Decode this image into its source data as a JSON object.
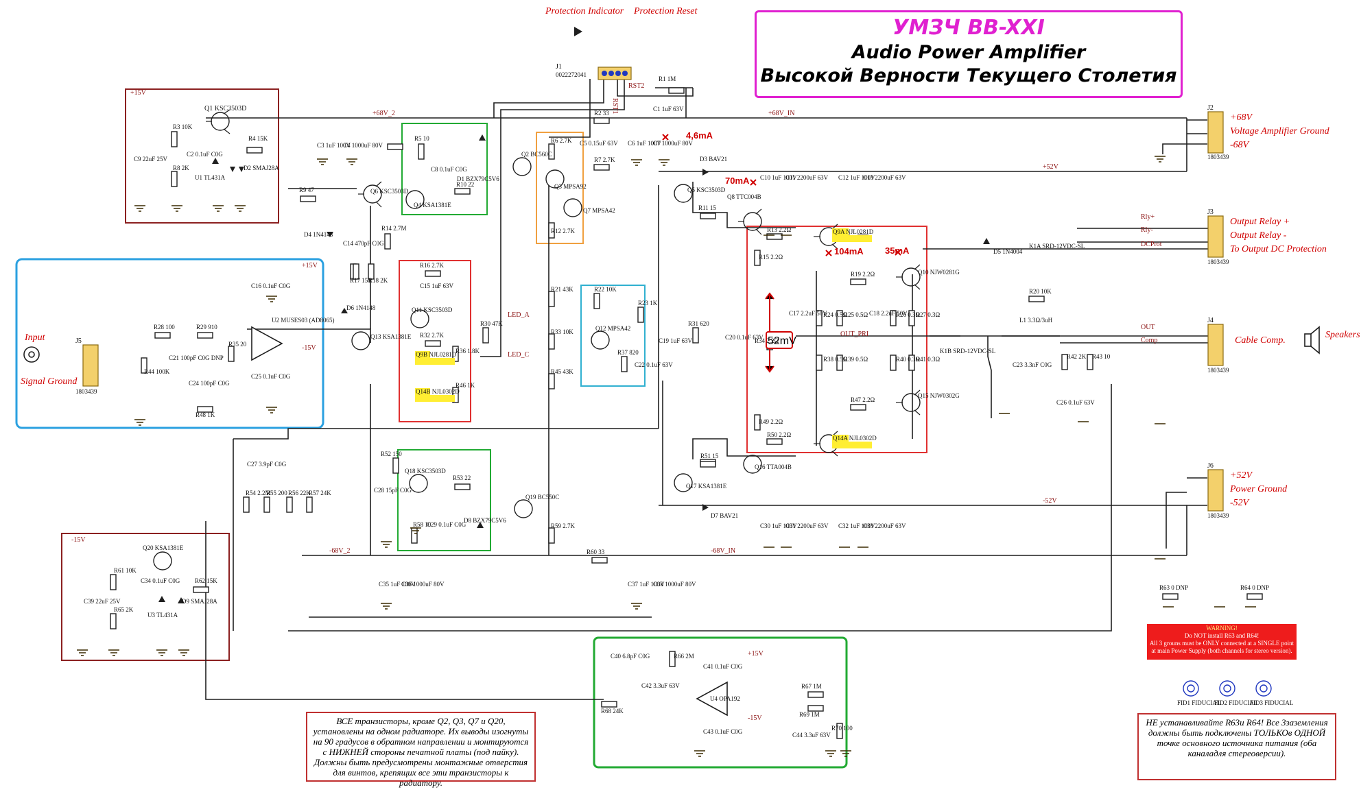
{
  "title": {
    "line1": "УМЗЧ BB-XXI",
    "line2": "Audio Power Amplifier",
    "line3": "Высокой Верности Текущего Столетия"
  },
  "top_labels": {
    "protection_indicator": "Protection Indicator",
    "protection_reset": "Protection Reset",
    "j1": "J1",
    "j1_part": "0022272041",
    "rst2": "RST2",
    "rst1": "RST1"
  },
  "connectors": {
    "j2": {
      "ref": "J2",
      "part": "1803439",
      "pins": [
        "+68V",
        "Voltage Amplifier Ground",
        "-68V"
      ]
    },
    "j3": {
      "ref": "J3",
      "part": "1803439",
      "pins": [
        "Output Relay +",
        "Output Relay -",
        "To Output DC Protection"
      ]
    },
    "j4": {
      "ref": "J4",
      "part": "1803439",
      "pins": [
        "Cable Comp.",
        "Speakers"
      ]
    },
    "j5": {
      "ref": "J5",
      "part": "1803439",
      "input": "Input",
      "ground": "Signal Ground"
    },
    "j6": {
      "ref": "J6",
      "part": "1803439",
      "pins": [
        "+52V",
        "Power Ground",
        "-52V"
      ]
    }
  },
  "rails": {
    "p68_2": "+68V_2",
    "p68_in": "+68V_IN",
    "m68_2": "-68V_2",
    "m68_in": "-68V_IN",
    "p52": "+52V",
    "m52": "-52V",
    "p15": "+15V",
    "m15": "-15V",
    "led_a": "LED_A",
    "led_c": "LED_C",
    "out_pri": "OUT_PRI",
    "out": "OUT",
    "comp": "Comp",
    "rly_p": "Rly+",
    "rly_m": "Rly-",
    "dcprot": "DCProt"
  },
  "measurements": {
    "m1": "4,6mA",
    "m2": "70mA",
    "m3": "104mA",
    "m4": "35mA",
    "m5": "52mV"
  },
  "components": {
    "q1": "Q1  KSC3503D",
    "r3": "R3 10K",
    "r8": "R8 2K",
    "c2": "C2 0.1uF C0G",
    "u1": "U1 TL431A",
    "d2": "D2 SMAJ28A",
    "r4": "R4 15K",
    "c9": "C9 22uF 25V",
    "r9": "R9 47",
    "q6": "Q6 KSC3503D",
    "q4": "Q4 KSA1381E",
    "r5": "R5 10",
    "c8": "C8 0.1uF C0G",
    "d1": "D1 BZX79C5V6",
    "r10": "R10 22",
    "c3": "C3 1uF 100V",
    "c4": "C4 1000uF 80V",
    "q2": "Q2 BC560C",
    "r6": "R6 2.7K",
    "c5": "C5 0.15uF 63V",
    "r2": "R2 33",
    "r7": "R7 2.7K",
    "q3": "Q3 MPSA92",
    "q7": "Q7 MPSA42",
    "r12": "R12 2.7K",
    "c6": "C6 1uF 100V",
    "c7": "C7 1000uF 80V",
    "r1": "R1 1M",
    "c1": "C1 1uF 63V",
    "d4": "D4 1N4148",
    "c14": "C14 470pF C0G",
    "r14": "R14 2.7M",
    "r17": "R17 150",
    "r18": "R18 2K",
    "r16": "R16 2.7K",
    "c15": "C15 1uF 63V",
    "q11": "Q11 KSC3503D",
    "r32": "R32 2.7K",
    "r36": "R36 1.8K",
    "q9b": "Q9B NJL0281D",
    "q14b": "Q14B NJL0302D",
    "r46": "R46 1K",
    "r30": "R30 47K",
    "r21": "R21 43K",
    "r33": "R33 10K",
    "r45": "R45 43K",
    "r22": "R22 10K",
    "r23": "R23 1K",
    "q12": "Q12 MPSA42",
    "r37": "R37 820",
    "c22": "C22 0.1uF 63V",
    "c19": "C19 1uF 63V",
    "r31": "R31 620",
    "c20": "C20 0.1uF 63V",
    "d3": "D3 BAV21",
    "q5": "Q5 KSC3503D",
    "r11": "R11 15",
    "q8": "Q8 TTC004B",
    "c10": "C10 1uF 100V",
    "c11": "C11 2200uF 63V",
    "c12": "C12 1uF 100V",
    "c13": "C13 2200uF 63V",
    "r13": "R13 2.2Ω",
    "q9a": "Q9A NJL0281D",
    "r15": "R15 2.2Ω",
    "r19": "R19 2.2Ω",
    "q10": "Q10 NJW0281G",
    "c17": "C17 2.2uF 50V",
    "c18": "C18 2.2uF 50V",
    "r24": "R24 0.5Ω",
    "r25": "R25 0.5Ω",
    "r26": "R26 0.3Ω",
    "r27": "R27 0.3Ω",
    "r34": "R34 2.2Ω",
    "r38": "R38 0.5Ω",
    "r39": "R39 0.5Ω",
    "r40": "R40 0.3Ω",
    "r41": "R41 0.3Ω",
    "r47": "R47 2.2Ω",
    "q15": "Q15 NJW0302G",
    "r49": "R49 2.2Ω",
    "r50": "R50 2.2Ω",
    "q14a": "Q14A NJL0302D",
    "r51": "R51 15",
    "q16": "Q16 TTA004B",
    "q17": "Q17 KSA1381E",
    "d7": "D7 BAV21",
    "c30": "C30 1uF 100V",
    "c31": "C31 2200uF 63V",
    "c32": "C32 1uF 100V",
    "c33": "C33 2200uF 63V",
    "d5": "D5 1N4004",
    "k1a": "K1A SRD-12VDC-SL",
    "k1b": "K1B SRD-12VDC-SL",
    "r20": "R20 10K",
    "l1": "L1 3.3Ω/3uH",
    "c23": "C23 3.3nF C0G",
    "r42": "R42 2K",
    "r43": "R43 10",
    "c26": "C26 0.1uF 63V",
    "r28": "R28 100",
    "r29": "R29 910",
    "r44": "R44 100K",
    "c21": "C21 100pF C0G DNP",
    "r35": "R35 20",
    "c24": "C24 100pF C0G",
    "r48": "R48 1K",
    "u2": "U2 MUSES03 (AD8065)",
    "c16": "C16 0.1uF C0G",
    "c25": "C25 0.1uF C0G",
    "d6": "D6 1N4148",
    "q13": "Q13 KSA1381E",
    "r52": "R52 150",
    "c28": "C28 15pF C0G",
    "q18": "Q18 KSC3503D",
    "r53": "R53 22",
    "r58": "R58 10",
    "c29": "C29 0.1uF C0G",
    "d8": "D8 BZX79C5V6",
    "q19": "Q19 BC550C",
    "r59": "R59 2.7K",
    "c27": "C27 3.9pF C0G",
    "r54": "R54 2.2M",
    "r55": "R55 200",
    "r56": "R56 22K",
    "r57": "R57 24K",
    "q20": "Q20 KSA1381E",
    "r61": "R61 10K",
    "r65": "R65 2K",
    "c34": "C34 0.1uF C0G",
    "u3": "U3 TL431A",
    "d9": "D9 SMAJ28A",
    "r62": "R62 15K",
    "c39": "C39 22uF 25V",
    "r60": "R60 33",
    "c35": "C35 1uF 100V",
    "c36": "C36 1000uF 80V",
    "c37": "C37 1uF 100V",
    "c38": "C38 1000uF 80V",
    "c40": "C40 6.8pF C0G",
    "r66": "R66 2M",
    "c42": "C42 3.3uF 63V",
    "c41": "C41 0.1uF C0G",
    "u4": "U4 OPA192",
    "r67": "R67 1M",
    "r68": "R68 24K",
    "r69": "R69 1M",
    "c43": "C43 0.1uF C0G",
    "c44": "C44 3.3uF 63V",
    "r70": "R70 100",
    "r63": "R63 0 DNP",
    "r64": "R64 0 DNP",
    "fid1": "FID1 FIDUCIAL",
    "fid2": "FID2 FIDUCIAL",
    "fid3": "FID3 FIDUCIAL"
  },
  "notes": {
    "transistors": "ВСЕ транзисторы, кроме Q2, Q3, Q7 и Q20, установлены на одном радиаторе. Их выводы изогнуты на 90 градусов в обратном направлении и монтируются с НИЖНЕЙ стороны печатной платы (под пайку). Должны быть предусмотрены монтажные отверстия для винтов, крепящих все эти транзисторы к радиатору.",
    "warning_title": "WARNING!",
    "warning_line1": "Do NOT install R63 and R64!",
    "warning_line2": "All 3 grouns must be ONLY connected at a SINGLE point at main Power Supply (both channels for stereo version).",
    "ru_warning": "НЕ устанавливайте R63и R64! Все 3заземления должны быть подключены ТОЛЬКОв ОДНОЙ точке основного источника питания (оба каналадля стереоверсии)."
  },
  "colors": {
    "title_border": "#e020d0",
    "input_box": "#2aa0e0",
    "supply_box": "#8b2020",
    "green_box": "#22aa33",
    "red_box": "#e03030",
    "orange_box": "#f0a040",
    "cyan_box": "#30b0d0",
    "highlight": "#ffee33"
  }
}
